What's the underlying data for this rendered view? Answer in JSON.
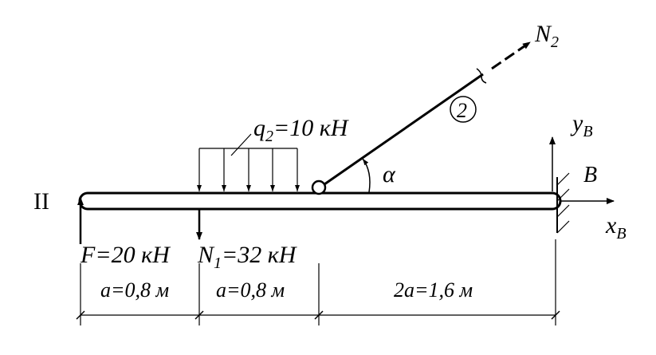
{
  "section_label": "II",
  "distributed_load": {
    "symbol": "q",
    "subscript": "2",
    "value": "=10 кН"
  },
  "force_F": {
    "symbol": "F",
    "value": "=20 кН"
  },
  "force_N1": {
    "symbol": "N",
    "subscript": "1",
    "value": "=32 кН"
  },
  "force_N2": {
    "symbol": "N",
    "subscript": "2"
  },
  "angle": {
    "symbol": "α"
  },
  "rod_number": "2",
  "support": {
    "name": "B",
    "reaction_y": {
      "symbol": "y",
      "subscript": "B"
    },
    "reaction_x": {
      "symbol": "x",
      "subscript": "B"
    }
  },
  "dimensions": [
    {
      "label": "a=0,8 м"
    },
    {
      "label": "a=0,8 м"
    },
    {
      "label": "2a=1,6 м"
    }
  ],
  "colors": {
    "stroke": "#000000",
    "background": "#ffffff"
  }
}
